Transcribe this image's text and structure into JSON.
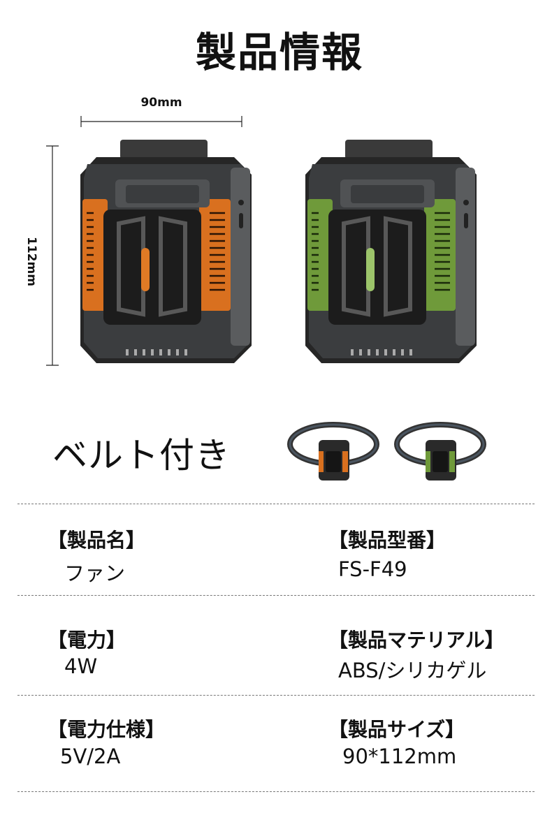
{
  "page": {
    "title": "製品情報",
    "dimension_width": "90mm",
    "dimension_height": "112mm",
    "belt_caption": "ベルト付き"
  },
  "colors": {
    "orange": "#d9701f",
    "green": "#6f9a3a",
    "body": "#2b2b2b",
    "frame": "#5a5c5e"
  },
  "products": [
    {
      "variant": "orange",
      "name": "orange-fan"
    },
    {
      "variant": "green",
      "name": "green-fan"
    }
  ],
  "specs": [
    {
      "label": "【製品名】",
      "value": "ファン"
    },
    {
      "label": "【製品型番】",
      "value": "FS-F49"
    },
    {
      "label": "【電力】",
      "value": "4W"
    },
    {
      "label": "【製品マテリアル】",
      "value": "ABS/シリカゲル"
    },
    {
      "label": "【電力仕様】",
      "value": "5V/2A"
    },
    {
      "label": "【製品サイズ】",
      "value": "90*112mm"
    }
  ]
}
